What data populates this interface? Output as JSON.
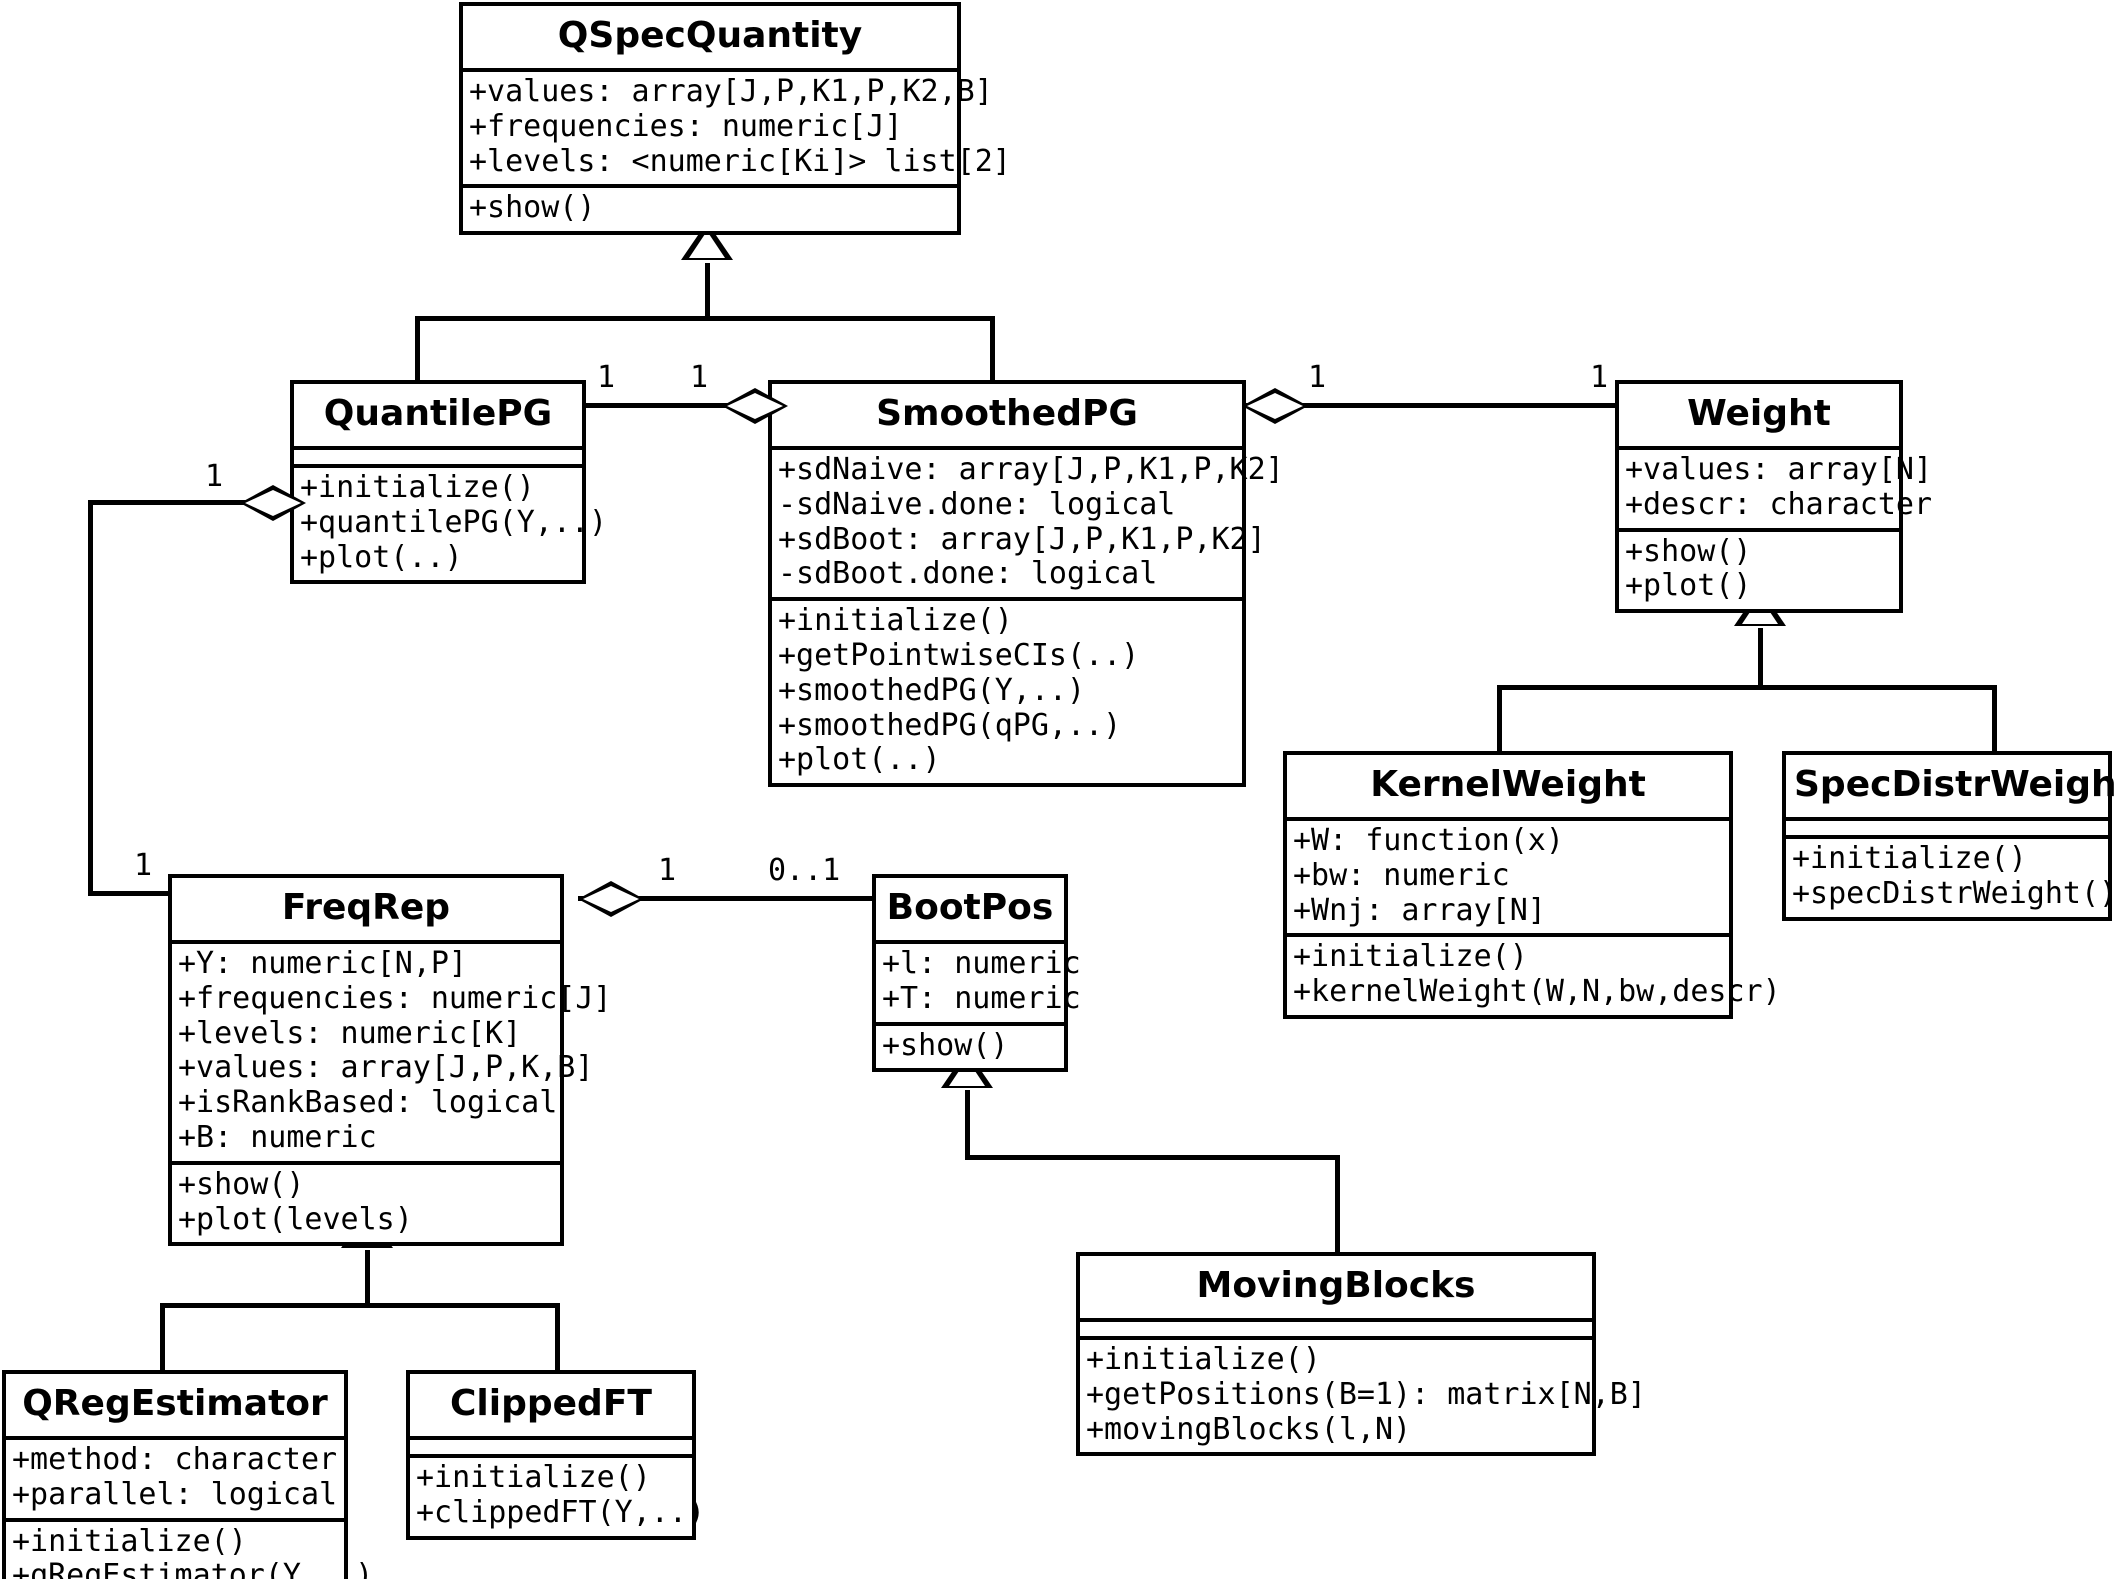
{
  "diagram": {
    "kind": "uml-class-diagram",
    "classes": [
      {
        "id": "qspecquantity",
        "name": "QSpecQuantity",
        "attributes": [
          "+values: array[J,P,K1,P,K2,B]",
          "+frequencies: numeric[J]",
          "+levels: <numeric[Ki]> list[2]"
        ],
        "methods": [
          "+show()"
        ]
      },
      {
        "id": "quantilepg",
        "name": "QuantilePG",
        "attributes": [],
        "methods": [
          "+initialize()",
          "+quantilePG(Y,..)",
          "+plot(..)"
        ]
      },
      {
        "id": "smoothedpg",
        "name": "SmoothedPG",
        "attributes": [
          "+sdNaive: array[J,P,K1,P,K2]",
          "-sdNaive.done: logical",
          "+sdBoot: array[J,P,K1,P,K2]",
          "-sdBoot.done: logical"
        ],
        "methods": [
          "+initialize()",
          "+getPointwiseCIs(..)",
          "+smoothedPG(Y,..)",
          "+smoothedPG(qPG,..)",
          "+plot(..)"
        ]
      },
      {
        "id": "weight",
        "name": "Weight",
        "attributes": [
          "+values: array[N]",
          "+descr: character"
        ],
        "methods": [
          "+show()",
          "+plot()"
        ]
      },
      {
        "id": "kernelweight",
        "name": "KernelWeight",
        "attributes": [
          "+W: function(x)",
          "+bw: numeric",
          "+Wnj: array[N]"
        ],
        "methods": [
          "+initialize()",
          "+kernelWeight(W,N,bw,descr)"
        ]
      },
      {
        "id": "specdistrweight",
        "name": "SpecDistrWeight",
        "attributes": [],
        "methods": [
          "+initialize()",
          "+specDistrWeight()"
        ]
      },
      {
        "id": "freqrep",
        "name": "FreqRep",
        "attributes": [
          "+Y: numeric[N,P]",
          "+frequencies: numeric[J]",
          "+levels: numeric[K]",
          "+values: array[J,P,K,B]",
          "+isRankBased: logical",
          "+B: numeric"
        ],
        "methods": [
          "+show()",
          "+plot(levels)"
        ]
      },
      {
        "id": "bootpos",
        "name": "BootPos",
        "attributes": [
          "+l: numeric",
          "+T: numeric"
        ],
        "methods": [
          "+show()"
        ]
      },
      {
        "id": "movingblocks",
        "name": "MovingBlocks",
        "attributes": [],
        "methods": [
          "+initialize()",
          "+getPositions(B=1): matrix[N,B]",
          "+movingBlocks(l,N)"
        ]
      },
      {
        "id": "qregestimator",
        "name": "QRegEstimator",
        "attributes": [
          "+method: character",
          "+parallel: logical"
        ],
        "methods": [
          "+initialize()",
          "+qRegEstimator(Y,..)"
        ]
      },
      {
        "id": "clippedft",
        "name": "ClippedFT",
        "attributes": [],
        "methods": [
          "+initialize()",
          "+clippedFT(Y,..)"
        ]
      }
    ],
    "multiplicities": [
      {
        "id": "qpg-spg-left",
        "label": "1"
      },
      {
        "id": "qpg-spg-right",
        "label": "1"
      },
      {
        "id": "spg-w-left",
        "label": "1"
      },
      {
        "id": "spg-w-right",
        "label": "1"
      },
      {
        "id": "qpg-fr-top",
        "label": "1"
      },
      {
        "id": "qpg-fr-bottom",
        "label": "1"
      },
      {
        "id": "fr-bp-left",
        "label": "1"
      },
      {
        "id": "fr-bp-right",
        "label": "0..1"
      }
    ],
    "colors": {
      "line": "#000000",
      "background": "#ffffff",
      "text": "#000000"
    }
  }
}
